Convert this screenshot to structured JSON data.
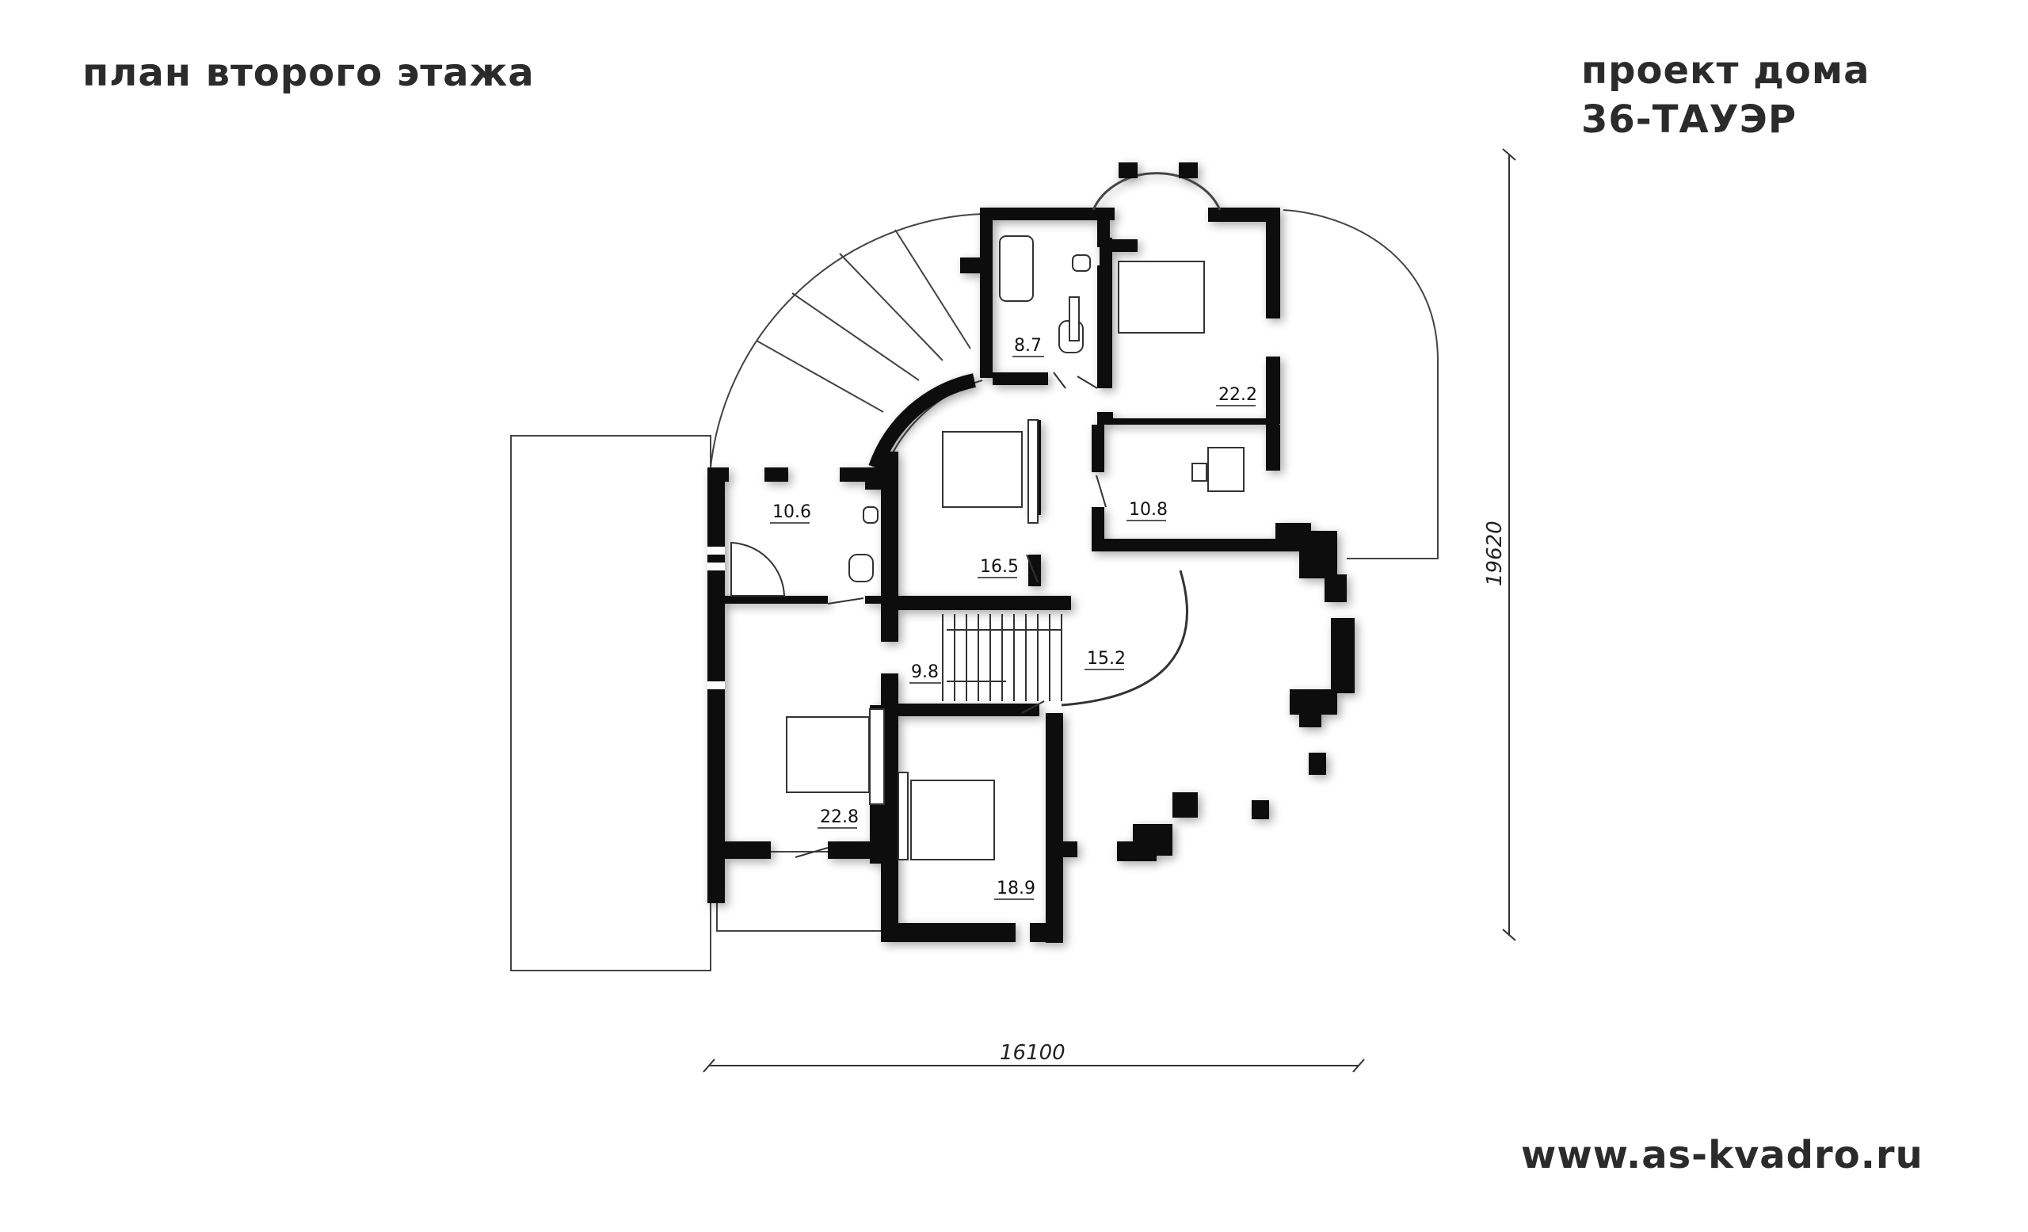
{
  "header": {
    "floor_title": "план второго этажа",
    "project_line1": "проект дома",
    "project_line2": "36-ТАУЭР"
  },
  "footer": {
    "website": "www.as-kvadro.ru"
  },
  "dimensions": {
    "width": "16100",
    "height": "19620"
  },
  "rooms": [
    {
      "id": "bath-top",
      "area": "8.7"
    },
    {
      "id": "bedroom-top-right",
      "area": "22.2"
    },
    {
      "id": "bathroom-left",
      "area": "10.6"
    },
    {
      "id": "bedroom-center",
      "area": "16.5"
    },
    {
      "id": "study",
      "area": "10.8"
    },
    {
      "id": "stair-landing",
      "area": "9.8"
    },
    {
      "id": "hall",
      "area": "15.2"
    },
    {
      "id": "bedroom-left",
      "area": "22.8"
    },
    {
      "id": "bedroom-bottom",
      "area": "18.9"
    }
  ],
  "colors": {
    "wall": "#0a0a0a",
    "line": "#333333",
    "text": "#2b2b2b"
  }
}
